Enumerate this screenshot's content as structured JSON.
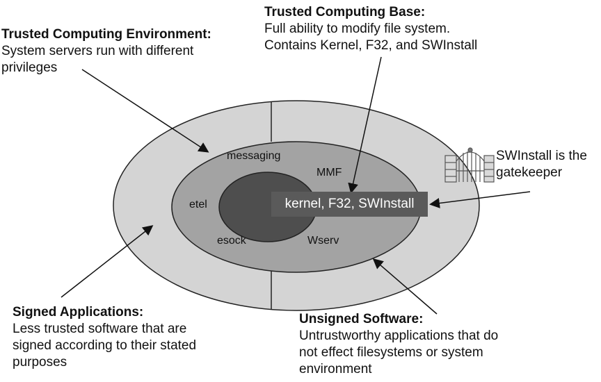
{
  "tcb": {
    "title": "Trusted Computing Base:",
    "line1": "Full ability to modify file system.",
    "line2": "Contains Kernel, F32, and SWInstall"
  },
  "tce": {
    "title": "Trusted Computing Environment:",
    "line1": "System servers run with different",
    "line2": "privileges"
  },
  "gatekeeper": {
    "line1": "SWInstall is the",
    "line2": "gatekeeper",
    "icon": "gate-icon"
  },
  "signed": {
    "title": "Signed Applications:",
    "line1": "Less trusted software that are",
    "line2": "signed according to their stated",
    "line3": "purposes"
  },
  "unsigned": {
    "title": "Unsigned Software:",
    "line1": "Untrustworthy applications that do",
    "line2": "not effect filesystems or system",
    "line3": "environment"
  },
  "servers": {
    "messaging": "messaging",
    "mmf": "MMF",
    "etel": "etel",
    "esock": "esock",
    "wserv": "Wserv"
  },
  "core": {
    "label": "kernel, F32, SWInstall"
  },
  "colors": {
    "outer_ring": "#d4d4d4",
    "middle_ring": "#a3a3a3",
    "core": "#4e4e4e",
    "core_box": "#5a5a5a"
  }
}
